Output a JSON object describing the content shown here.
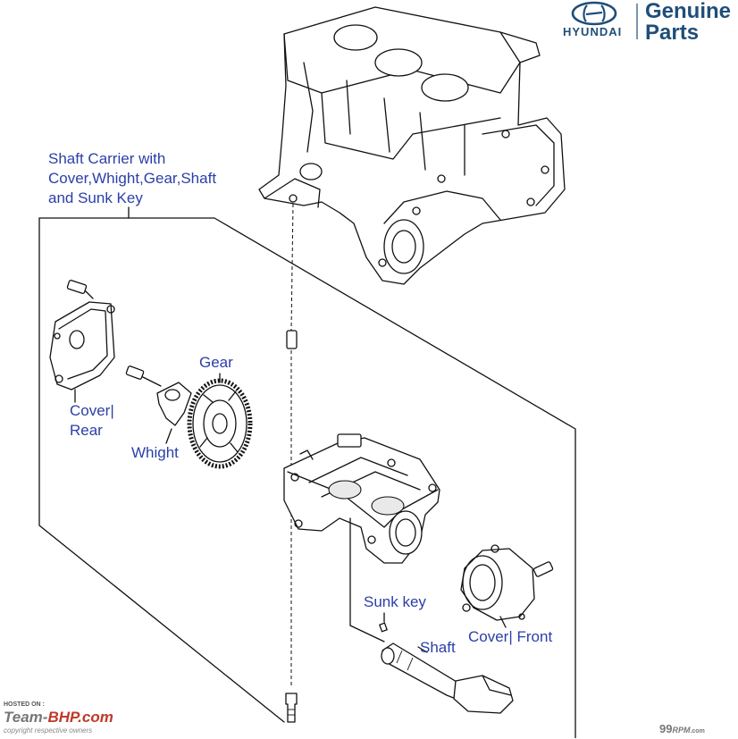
{
  "brand": {
    "make": "HYUNDAI",
    "line1": "Genuine",
    "line2": "Parts",
    "color": "#1f4e79"
  },
  "labels": {
    "carrier": [
      "Shaft Carrier with",
      "Cover,Whight,Gear,Shaft",
      "and Sunk Key"
    ],
    "gear": "Gear",
    "cover_rear": [
      "Cover|",
      "Rear"
    ],
    "whight": "Whight",
    "sunk_key": "Sunk key",
    "shaft": "Shaft",
    "cover_front": "Cover| Front",
    "label_color": "#2b3fa8"
  },
  "watermark": {
    "hosted": "HOSTED ON :",
    "site_a": "Team-",
    "site_b": "BHP",
    "site_c": ".com",
    "copyright": "copyright respective owners",
    "rpm_a": "99",
    "rpm_b": "RPM",
    "rpm_c": ".com"
  },
  "icons": [
    "hyundai-logo-icon"
  ]
}
